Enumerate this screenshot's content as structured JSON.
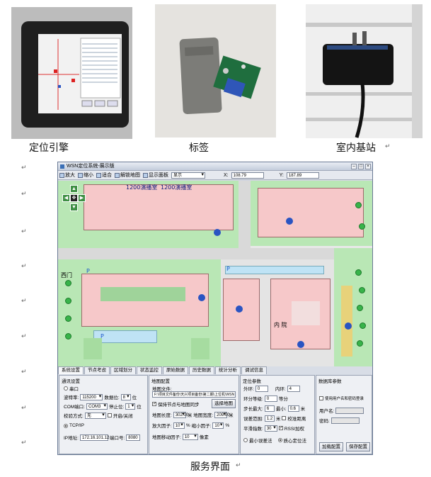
{
  "captions": {
    "engine": "定位引擎",
    "tag": "标签",
    "base_station": "室内基站",
    "server_ui": "服务界面"
  },
  "paragraph_mark": "↵",
  "window": {
    "title": "WSN定位系统-展示版",
    "toolbar": {
      "zoom_in": "放大",
      "zoom_out": "缩小",
      "fit": "适合",
      "unlock": "解锁地图",
      "show_panel": "显示面板",
      "display_select": "显示",
      "x_label": "X:",
      "x_value": "108.79",
      "y_label": "Y:",
      "y_value": "187.89"
    },
    "map_labels": {
      "hall_left": "1200演播室",
      "hall_right": "1200演播室",
      "west_gate": "西门",
      "inner_court": "内    院",
      "parking": "P"
    },
    "tabs": [
      "系统设置",
      "节点考虑",
      "区域划分",
      "状态监控",
      "原始数据",
      "历史数据",
      "统计分析",
      "调试信息"
    ],
    "comm": {
      "title": "通讯设置",
      "serial": "串口",
      "baud_label": "波特率:",
      "baud_value": "115200",
      "databits_label": "数据位:",
      "databits_value": "8",
      "databits_unit": "位",
      "com_label": "COM端口:",
      "com_value": "COM3",
      "stopbits_label": "停止位:",
      "stopbits_value": "1",
      "stopbits_unit": "位",
      "parity_label": "校验方式:",
      "parity_value": "无",
      "open_close": "开启/关闭",
      "tcpip": "TCP/IP",
      "ip_label": "IP地址:",
      "ip_value": "172.16.101.12",
      "port_label": "端口号:",
      "port_value": "8080"
    },
    "map_cfg": {
      "title": "地图配置",
      "file_label": "地图文件:",
      "file_value": "F:\\项目文件备份\\天兴项目备份\\第二期\\上位机\\WSN",
      "keep_ratio": "保持节点与地图同步",
      "choose_map": "选择地图",
      "len_label": "地图长度:",
      "len_value": "302.00",
      "len_unit": "米",
      "width_label": "地图宽度:",
      "width_value": "209.00",
      "width_unit": "米",
      "zoomin_label": "放大因子:",
      "zoomin_value": "10",
      "zoomin_unit": "%",
      "zoomout_label": "缩小因子:",
      "zoomout_value": "10",
      "zoomout_unit": "%",
      "move_label": "地图移动因子:",
      "move_value": "10",
      "move_unit": "像素"
    },
    "locate": {
      "title": "定位参数",
      "outer_label": "外环:",
      "outer_value": "0",
      "inner_label": "内环:",
      "inner_value": "4",
      "fence_label": "环分等级:",
      "fence_value": "0",
      "fence_unit": "等分",
      "step_max_label": "步长最大:",
      "step_max_value": "6",
      "step_min_label": "最小:",
      "step_min_value": "0.6",
      "step_unit": "米",
      "err_label": "误差范围:",
      "err_value": "1.2",
      "err_unit": "米",
      "fixed_dist": "校准距离",
      "smooth_label": "平滑指数:",
      "smooth_value": "30",
      "rssi": "RSSI加权",
      "least_sq": "最小误差法",
      "centroid": "质心定位法"
    },
    "db": {
      "title": "数据库参数",
      "use_pwd": "使用用户名和密码登录",
      "user_label": "用户名:",
      "pwd_label": "密码:",
      "load_btn": "加载配置",
      "save_btn": "保存配置"
    }
  },
  "colors": {
    "lawn": "#b9e7b5",
    "building": "#f6c8c9",
    "tree": "#38b34a",
    "anchor": "#2a54c2"
  }
}
